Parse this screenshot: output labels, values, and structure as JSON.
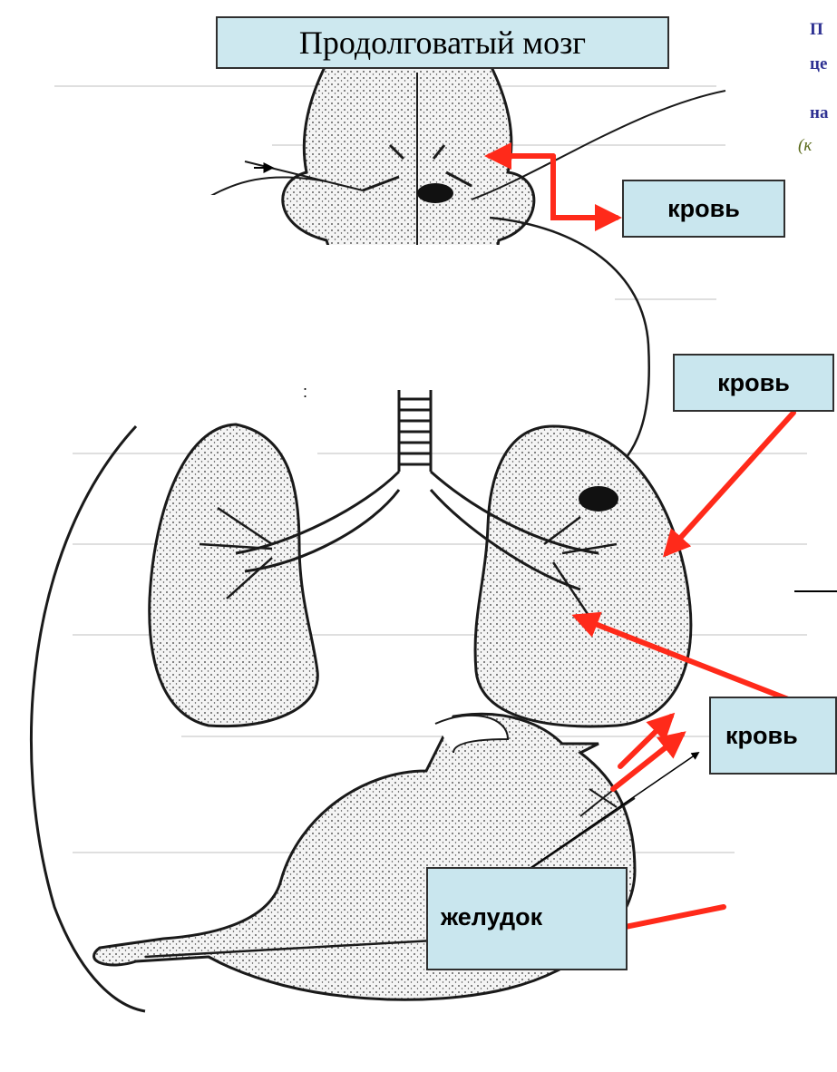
{
  "title": "Продолговатый мозг",
  "labels": {
    "blood_top": "кровь",
    "blood_mid": "кровь",
    "blood_low": "кровь",
    "stomach": "желудок"
  },
  "side_text": {
    "line1": "П",
    "line2": "це",
    "line3": "на",
    "line4": "(к"
  },
  "colon_mark": ":",
  "colors": {
    "label_fill": "#c9e6ee",
    "arrow_red": "#ff2a1a",
    "side_text": "#2e3192",
    "organ_fill": "#ededed",
    "outline": "#1a1a1a"
  }
}
